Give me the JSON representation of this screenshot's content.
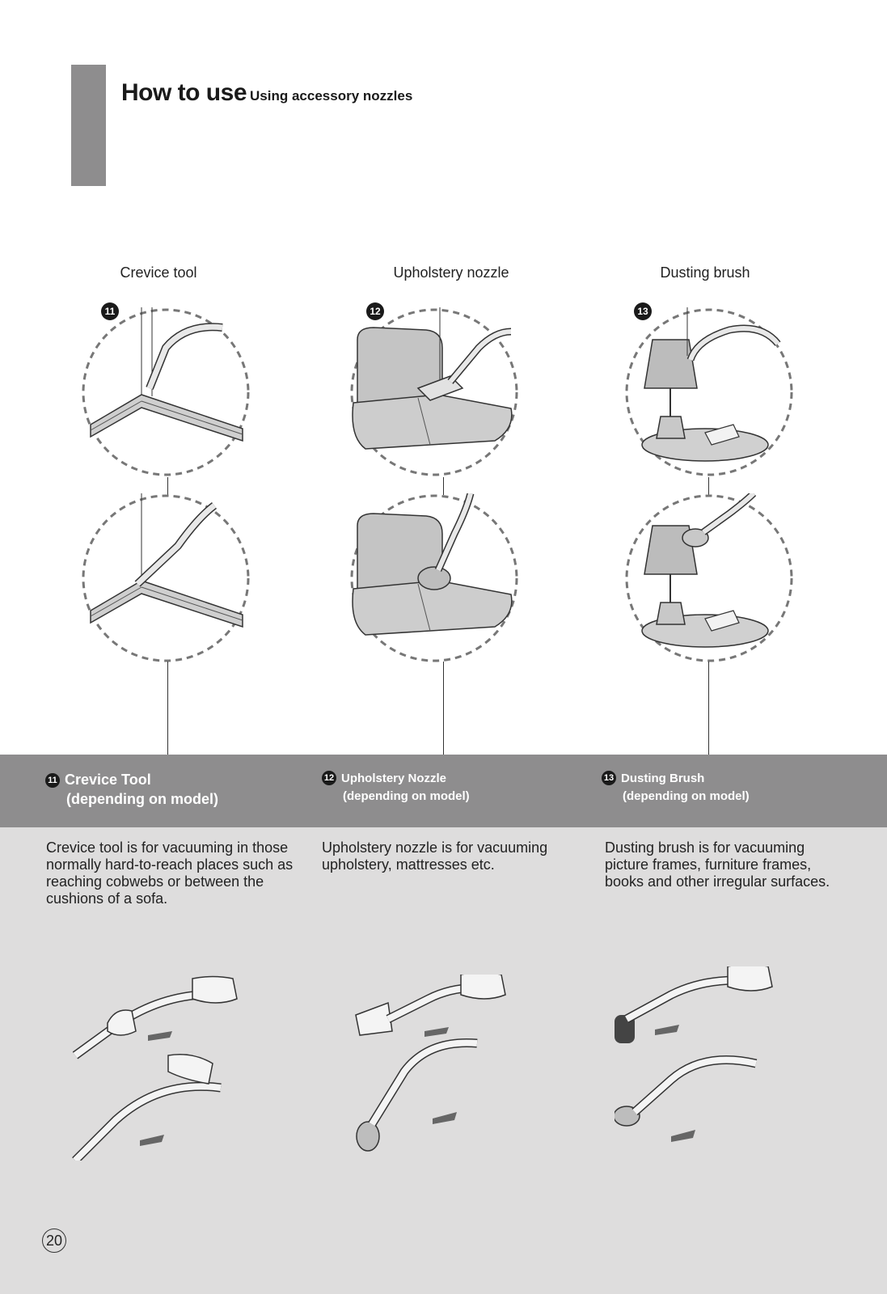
{
  "header": {
    "title": "How to use",
    "subtitle": "Using accessory nozzles"
  },
  "columns": [
    {
      "label": "Crevice tool",
      "badge": "11",
      "caption_line1": "Crevice Tool",
      "caption_line2": "(depending on model)",
      "description": "Crevice tool is for vacuuming in those normally hard-to-reach places such as reaching cobwebs or between the cushions of a sofa."
    },
    {
      "label": "Upholstery nozzle",
      "badge": "12",
      "caption_line1": "Upholstery Nozzle",
      "caption_line2": "(depending on model)",
      "description": "Upholstery nozzle is for vacuuming upholstery, mattresses etc."
    },
    {
      "label": "Dusting brush",
      "badge": "13",
      "caption_line1": "Dusting Brush",
      "caption_line2": "(depending on model)",
      "description": "Dusting brush is for vacuuming picture frames, furniture frames, books and other irregular surfaces."
    }
  ],
  "footer": {
    "page_number": "20"
  },
  "colors": {
    "band_dark": "#8e8d8e",
    "band_light": "#dedddd",
    "illustration_gray": "#c8c8c8"
  }
}
